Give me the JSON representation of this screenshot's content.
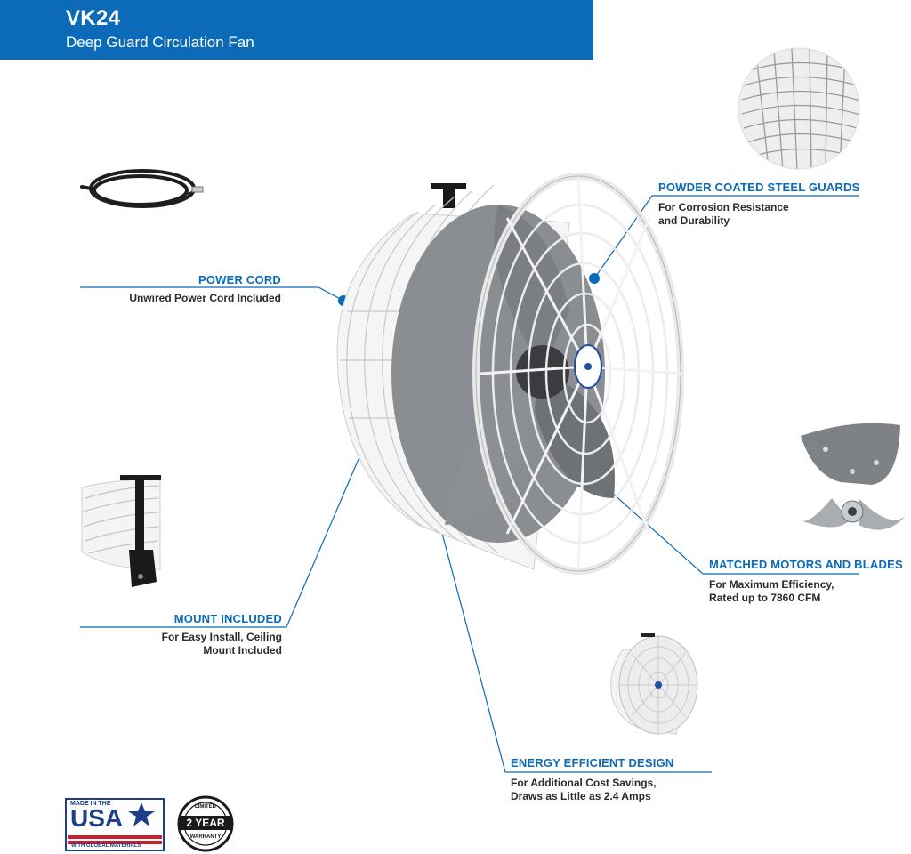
{
  "header": {
    "title": "VK24",
    "subtitle": "Deep Guard Circulation Fan"
  },
  "callouts": {
    "powder_coated": {
      "title": "POWDER COATED STEEL GUARDS",
      "desc": "For Corrosion Resistance\nand Durability"
    },
    "power_cord": {
      "title": "POWER CORD",
      "desc": "Unwired Power Cord Included"
    },
    "matched_motors": {
      "title": "MATCHED MOTORS AND BLADES",
      "desc": "For Maximum Efficiency,\nRated up to 7860 CFM"
    },
    "mount": {
      "title": "MOUNT INCLUDED",
      "desc": "For Easy Install, Ceiling\nMount Included"
    },
    "energy": {
      "title": "ENERGY EFFICIENT DESIGN",
      "desc": "For Additional Cost Savings,\nDraws as Little as 2.4 Amps"
    }
  },
  "badges": {
    "usa": {
      "top": "MADE IN THE",
      "main": "USA",
      "bottom": "WITH GLOBAL MATERIALS"
    },
    "warranty": {
      "top": "LIMITED",
      "main": "2 YEAR",
      "bottom": "WARRANTY"
    }
  },
  "colors": {
    "brand_blue": "#0b6bb8",
    "text_dark": "#2c2c2c",
    "flag_red": "#c8202f",
    "flag_blue": "#1d3f8a"
  }
}
